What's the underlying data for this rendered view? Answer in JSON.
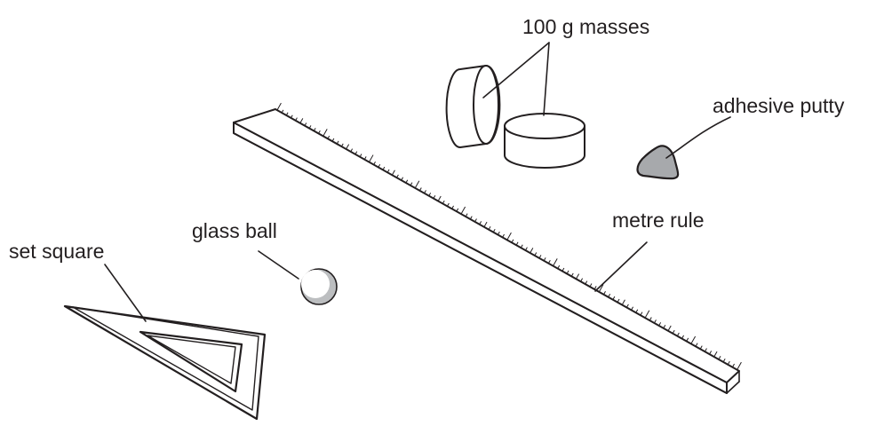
{
  "labels": {
    "masses": "100 g masses",
    "putty": "adhesive putty",
    "metre_rule": "metre rule",
    "glass_ball": "glass ball",
    "set_square": "set square"
  },
  "colors": {
    "ink": "#231f20",
    "putty_fill": "#a7a9ac",
    "ball_shade": "#bcbec0"
  }
}
